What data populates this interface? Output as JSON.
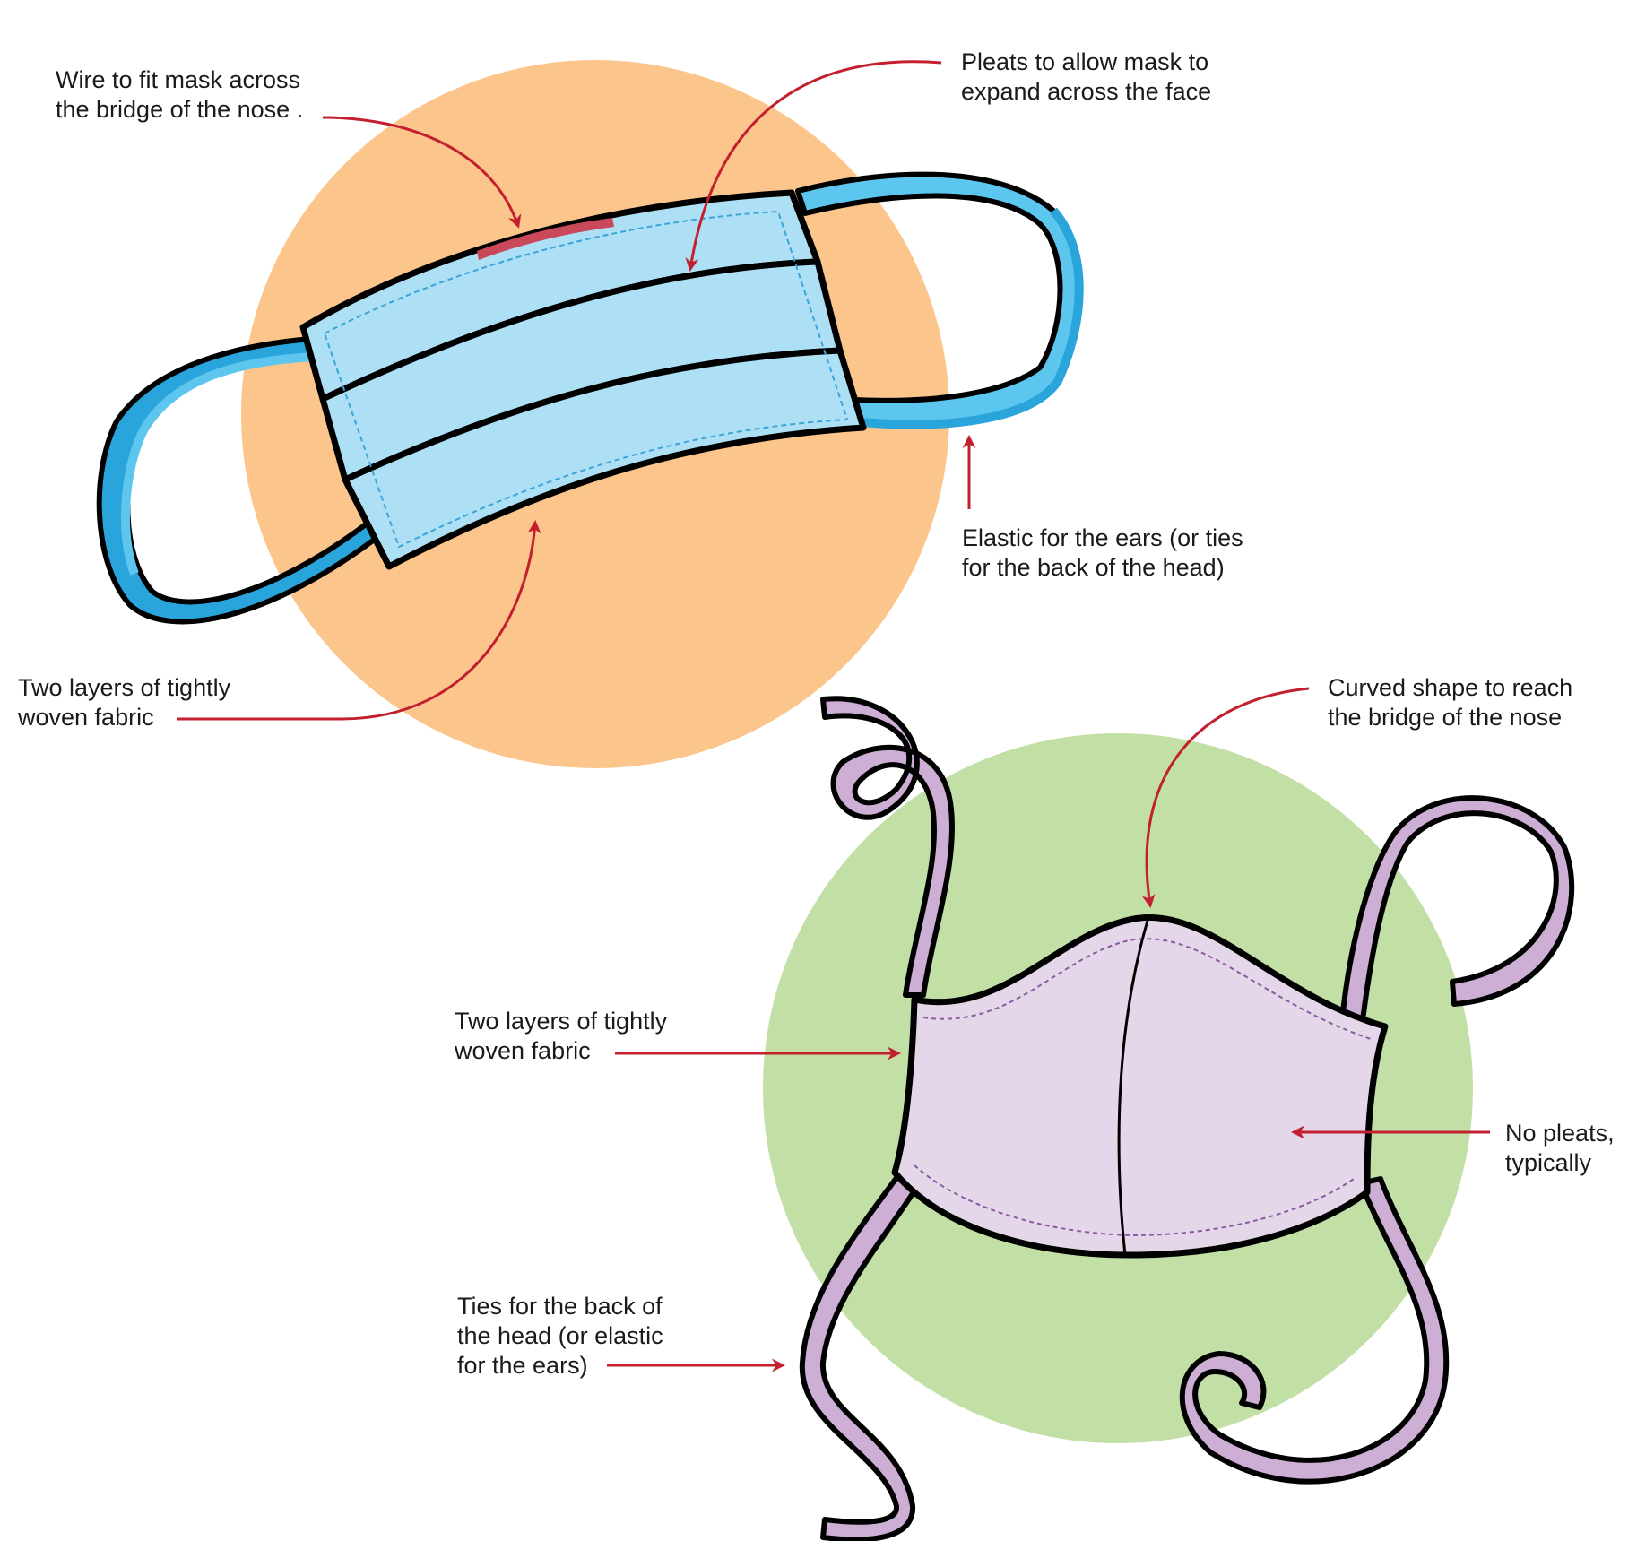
{
  "colors": {
    "orange_circle": "#FBC58C",
    "green_circle": "#C2DFA6",
    "mask_blue": "#AEE0F5",
    "elastic_blue": "#5DC6EE",
    "elastic_blue_dark": "#2AA5DC",
    "wire_red": "#C9485A",
    "mask_lilac": "#E5D7EA",
    "tie_lilac": "#CDAFD6",
    "tie_lilac_dark": "#A77FB8",
    "arrow_red": "#C3202F",
    "outline": "#000000"
  },
  "pleated_mask": {
    "wire": {
      "line1": "Wire to fit mask across",
      "line2": "the bridge of the nose ."
    },
    "pleats": {
      "line1": "Pleats to allow mask to",
      "line2": "expand across the face"
    },
    "elastic": {
      "line1": "Elastic for the ears (or ties",
      "line2": "for the back of the head)"
    },
    "layers": {
      "line1": "Two layers of tightly",
      "line2": "woven fabric"
    }
  },
  "shaped_mask": {
    "curved": {
      "line1": "Curved shape to reach",
      "line2": "the bridge of the nose"
    },
    "layers": {
      "line1": "Two layers of tightly",
      "line2": "woven fabric"
    },
    "no_pleats": {
      "line1": "No pleats,",
      "line2": "typically"
    },
    "ties": {
      "line1": "Ties for the back of",
      "line2": "the head (or elastic",
      "line3": "for the ears)"
    }
  }
}
